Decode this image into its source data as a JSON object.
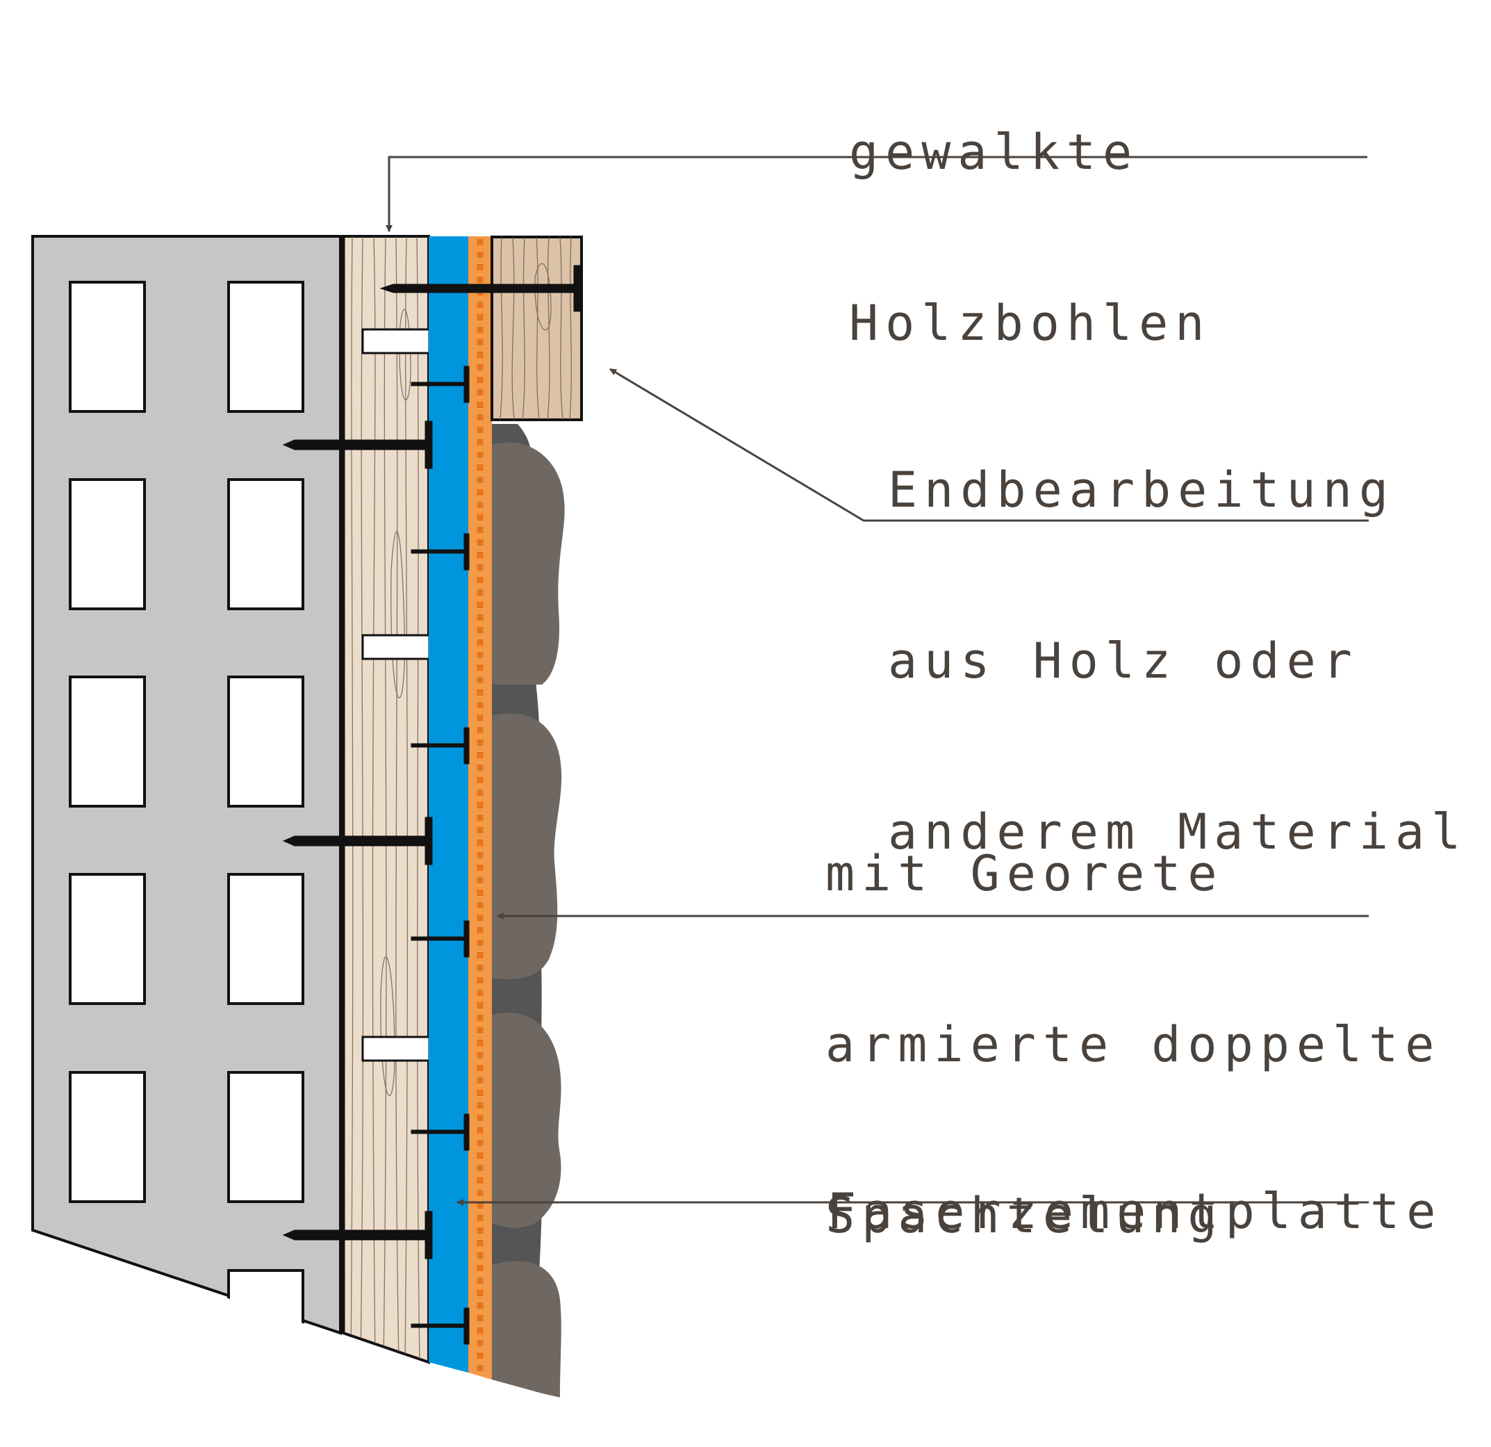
{
  "labels": {
    "holzbohlen": {
      "lines": [
        "gewalkte",
        "Holzbohlen"
      ]
    },
    "endbearbeitung": {
      "lines": [
        "Endbearbeitung",
        "aus Holz oder",
        "anderem Material"
      ]
    },
    "spachtelung": {
      "lines": [
        "mit Georete",
        "armierte doppelte",
        "Spachtelung"
      ]
    },
    "faserzement": {
      "lines": [
        "Faserzementplatte"
      ]
    }
  },
  "colors": {
    "brick_wall": "#c6c6c6",
    "wood_plank": "#ecdcca",
    "wood_end": "#dcc3a8",
    "insulation": "#0096dd",
    "plaster": "#f29a48",
    "mesh": "#e8741e",
    "stone_front": "#6f6862",
    "stone_back": "#555555",
    "leader": "#4a423c",
    "screw": "#111111"
  }
}
